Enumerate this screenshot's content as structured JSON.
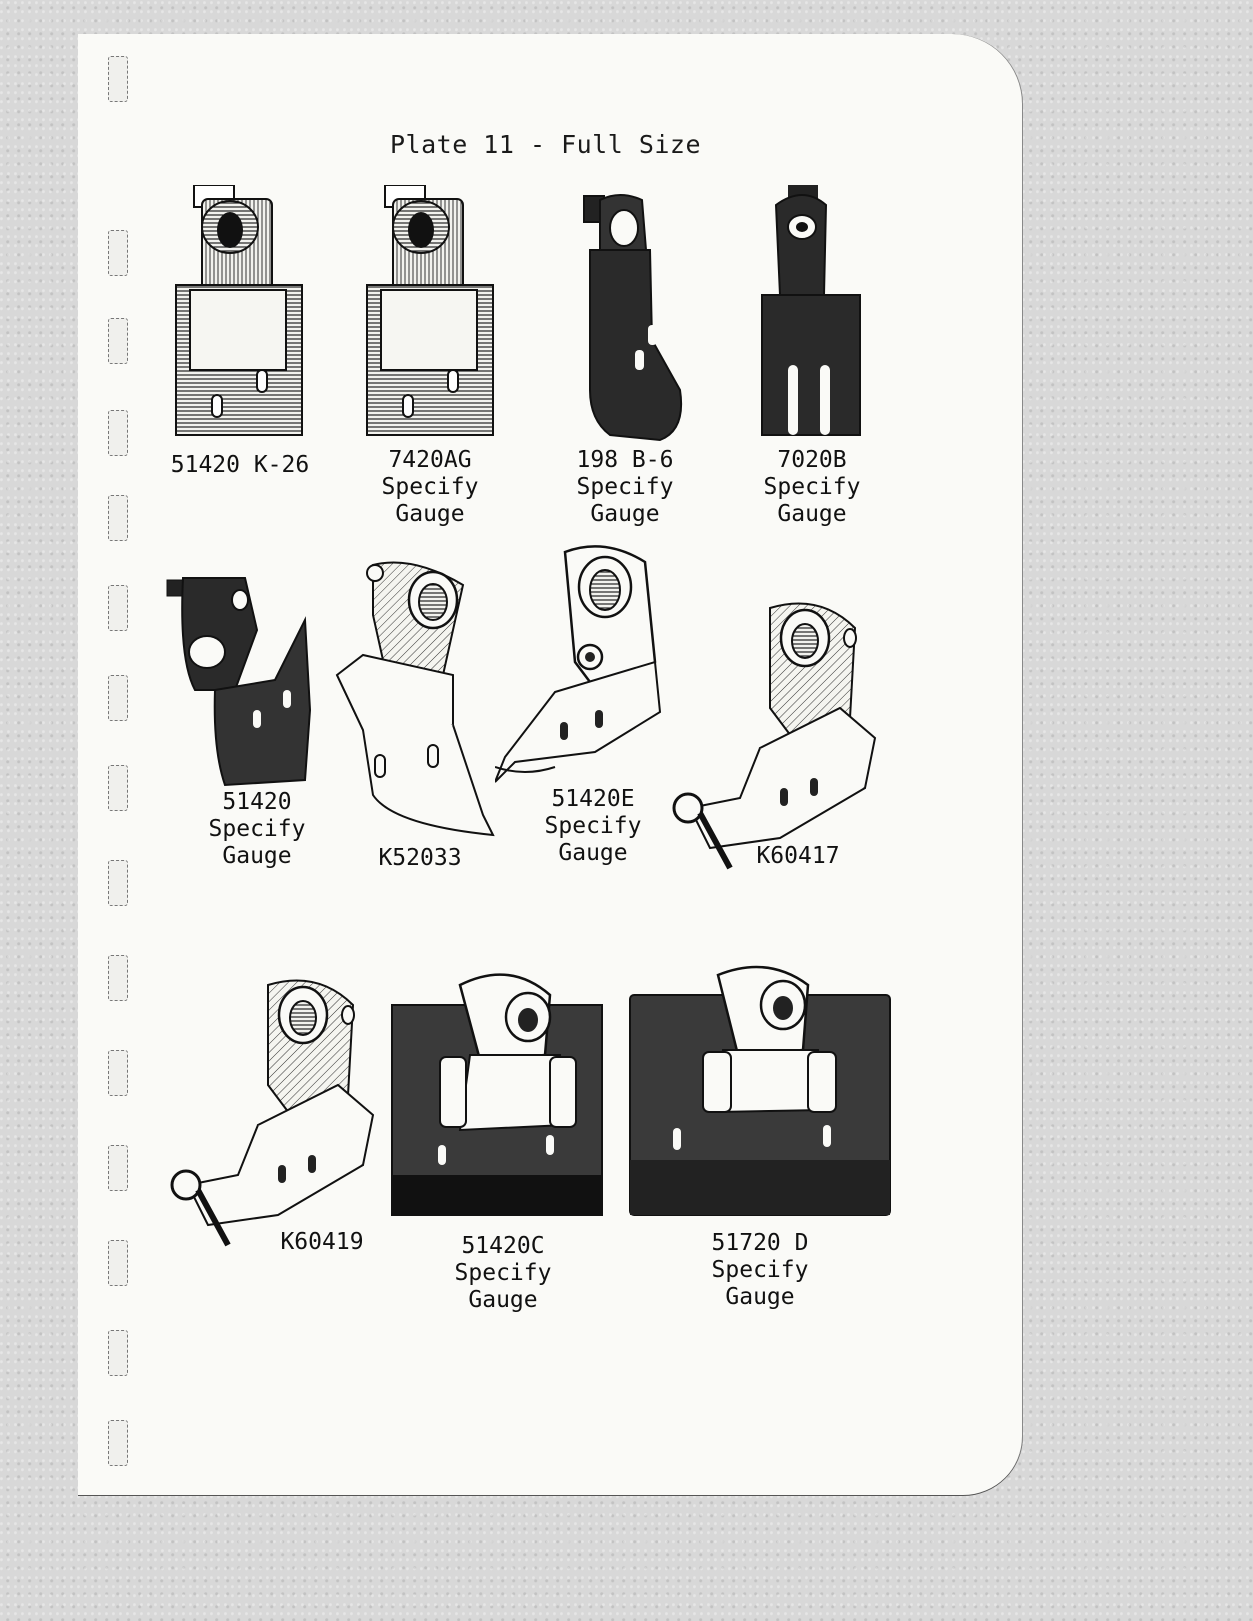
{
  "page": {
    "title": "Plate 11 - Full Size"
  },
  "parts": [
    {
      "id": "p1",
      "lines": [
        "51420 K-26"
      ]
    },
    {
      "id": "p2",
      "lines": [
        "7420AG",
        "Specify",
        "Gauge"
      ]
    },
    {
      "id": "p3",
      "lines": [
        "198 B-6",
        "Specify",
        "Gauge"
      ]
    },
    {
      "id": "p4",
      "lines": [
        "7020B",
        "Specify",
        "Gauge"
      ]
    },
    {
      "id": "p5",
      "lines": [
        "51420",
        "Specify",
        "Gauge"
      ]
    },
    {
      "id": "p6",
      "lines": [
        "K52033"
      ]
    },
    {
      "id": "p7",
      "lines": [
        "51420E",
        "Specify",
        "Gauge"
      ]
    },
    {
      "id": "p8",
      "lines": [
        "K60417"
      ]
    },
    {
      "id": "p9",
      "lines": [
        "K60419"
      ]
    },
    {
      "id": "p10",
      "lines": [
        "51420C",
        "Specify",
        "Gauge"
      ]
    },
    {
      "id": "p11",
      "lines": [
        "51720 D",
        "Specify",
        "Gauge"
      ]
    }
  ]
}
